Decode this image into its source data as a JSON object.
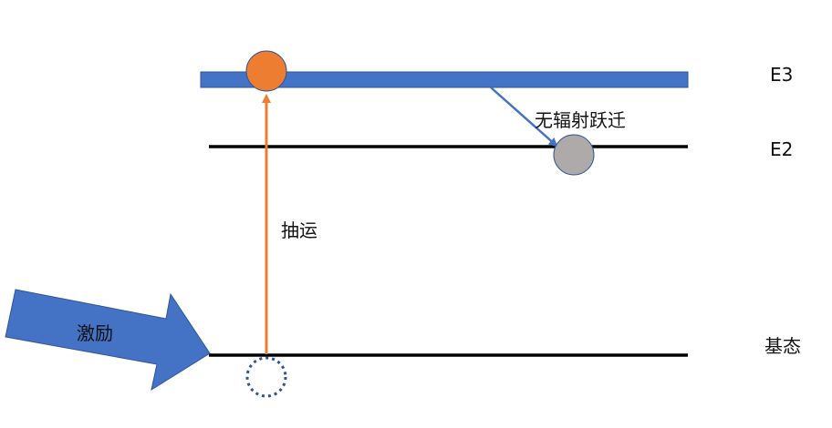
{
  "diagram": {
    "type": "energy-level-diagram",
    "levels": [
      {
        "id": "E3",
        "label": "E3",
        "style": "band",
        "color": "#4472C4"
      },
      {
        "id": "E2",
        "label": "E2",
        "style": "line",
        "color": "#000000"
      },
      {
        "id": "ground",
        "label": "基态",
        "style": "line",
        "color": "#000000"
      }
    ],
    "transitions": [
      {
        "label": "抽运",
        "from": "ground",
        "to": "E3",
        "color": "#ED7D31"
      },
      {
        "label": "无辐射跃迁",
        "from": "E3",
        "to": "E2",
        "color": "#4472C4"
      }
    ],
    "excitation": {
      "label": "激励",
      "color": "#4472C4"
    },
    "particles": [
      {
        "name": "excited-particle",
        "level": "E3",
        "fill": "#ED7D31",
        "stroke": "#2F5597"
      },
      {
        "name": "relaxed-particle",
        "level": "E2",
        "fill": "#AEAAAA",
        "stroke": "#2F5597"
      },
      {
        "name": "vacated-ground-state",
        "level": "ground",
        "fill": "none",
        "stroke": "#2F5597",
        "dashed": true
      }
    ]
  }
}
